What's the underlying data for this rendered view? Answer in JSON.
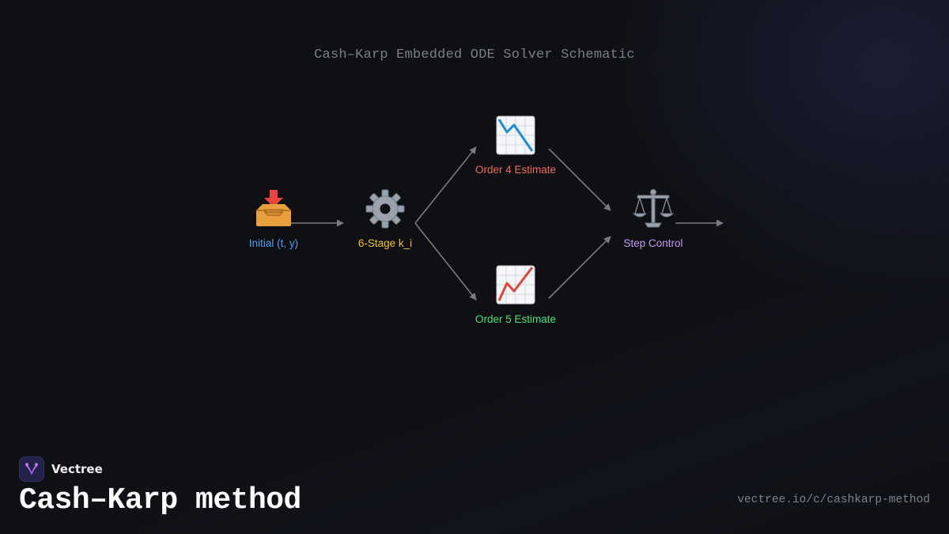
{
  "diagram": {
    "title": "Cash–Karp Embedded ODE Solver Schematic",
    "nodes": [
      {
        "id": "initial",
        "label": "Initial (t, y)",
        "icon": "inbox-tray-icon",
        "color": "#4f9ef0"
      },
      {
        "id": "stages",
        "label": "6-Stage k_i",
        "icon": "gear-icon",
        "color": "#f0c419"
      },
      {
        "id": "order4",
        "label": "Order 4 Estimate",
        "icon": "chart-decreasing-icon",
        "color": "#f26a5c"
      },
      {
        "id": "order5",
        "label": "Order 5 Estimate",
        "icon": "chart-increasing-icon",
        "color": "#4ee07a"
      },
      {
        "id": "control",
        "label": "Step Control",
        "icon": "balance-scale-icon",
        "color": "#c49af5"
      }
    ],
    "edges": [
      {
        "from": "initial",
        "to": "stages"
      },
      {
        "from": "stages",
        "to": "order4"
      },
      {
        "from": "stages",
        "to": "order5"
      },
      {
        "from": "order4",
        "to": "control"
      },
      {
        "from": "order5",
        "to": "control"
      },
      {
        "from": "control",
        "to": "output"
      }
    ]
  },
  "footer": {
    "brand": "Vectree",
    "title": "Cash–Karp method",
    "url": "vectree.io/c/cashkarp-method"
  }
}
